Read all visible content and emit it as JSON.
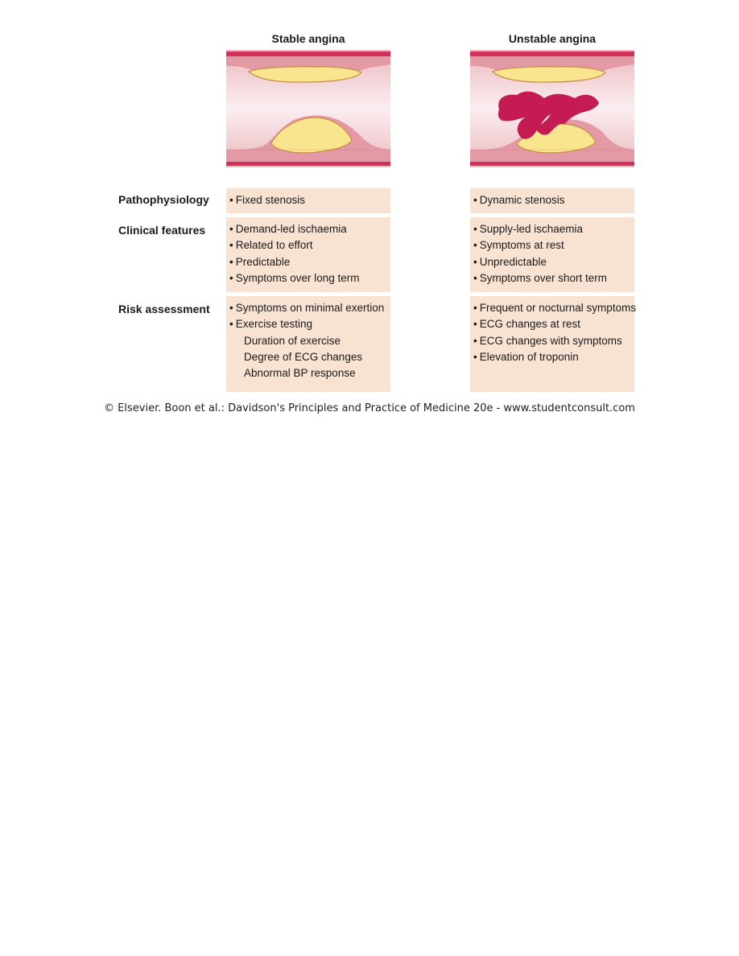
{
  "columns": [
    {
      "title": "Stable angina"
    },
    {
      "title": "Unstable angina"
    }
  ],
  "rows": [
    {
      "label": "Pathophysiology"
    },
    {
      "label": "Clinical features"
    },
    {
      "label": "Risk assessment"
    }
  ],
  "stable": {
    "pathophysiology": [
      "Fixed stenosis"
    ],
    "clinical": [
      "Demand-led ischaemia",
      "Related to effort",
      "Predictable",
      "Symptoms over long term"
    ],
    "risk": [
      "Symptoms on minimal exertion",
      "Exercise testing"
    ],
    "risk_sub": [
      "Duration of exercise",
      "Degree of ECG changes",
      "Abnormal BP response"
    ]
  },
  "unstable": {
    "pathophysiology": [
      "Dynamic stenosis"
    ],
    "clinical": [
      "Supply-led ischaemia",
      "Symptoms at rest",
      "Unpredictable",
      "Symptoms over short term"
    ],
    "risk": [
      "Frequent or nocturnal symptoms",
      "ECG changes at rest",
      "ECG changes with symptoms",
      "Elevation of troponin"
    ]
  },
  "caption": "© Elsevier. Boon et al.: Davidson's Principles and Practice of Medicine 20e - www.studentconsult.com",
  "colors": {
    "vessel_wall": "#d42f5c",
    "intima": "#e7a6ad",
    "lumen": "#f4d7db",
    "plaque": "#f8e58e",
    "thrombus": "#c41b52",
    "table_fill": "#f8e3d3"
  }
}
